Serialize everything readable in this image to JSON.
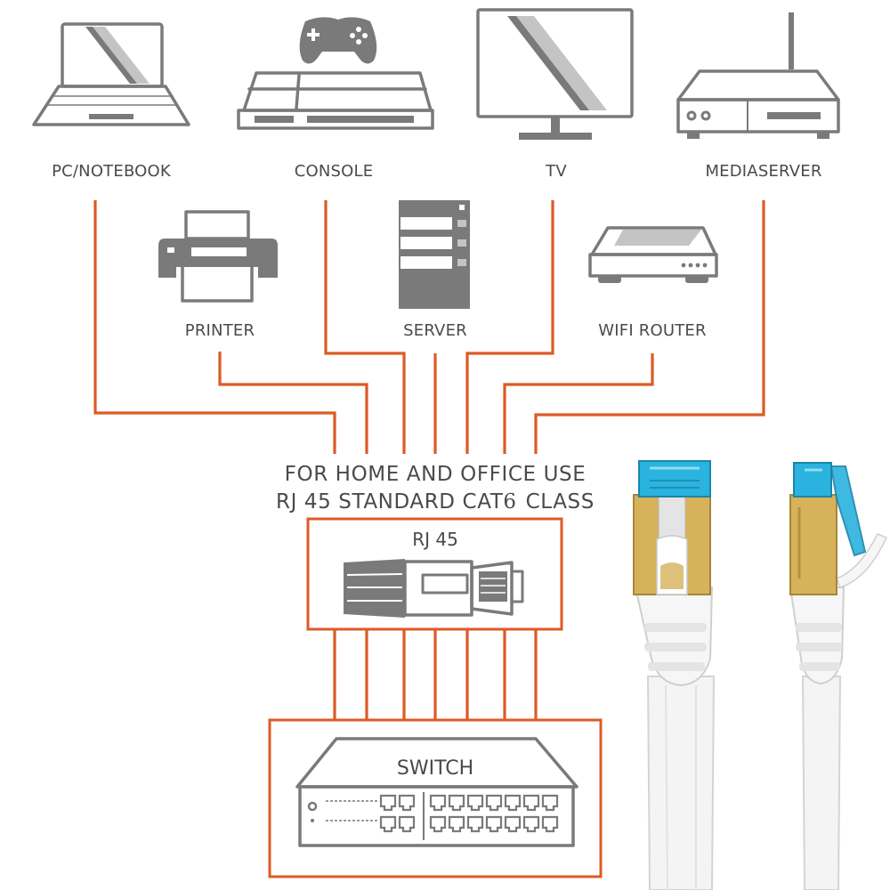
{
  "devices_top": {
    "pc": "PC/NOTEBOOK",
    "console": "CONSOLE",
    "tv": "TV",
    "mediaserver": "MEDIASERVER"
  },
  "devices_middle": {
    "printer": "PRINTER",
    "server": "SERVER",
    "wifi_router": "WIFI ROUTER"
  },
  "banner": {
    "line1": "FOR HOME AND OFFICE USE",
    "line2_prefix": "RJ 45 STANDARD CAT",
    "line2_number": "6",
    "line2_suffix": "CLASS"
  },
  "connector": {
    "label": "RJ 45"
  },
  "switch": {
    "label": "SWITCH"
  },
  "colors": {
    "wire": "#dc5b25",
    "icon": "#7a7a7a",
    "text": "#4a4a4a",
    "connector_clip": "#2ab3df",
    "connector_gold": "#d6b25a",
    "cable": "#f2f2f2"
  }
}
